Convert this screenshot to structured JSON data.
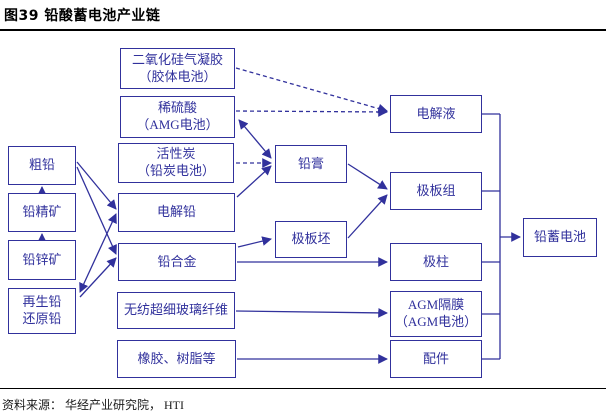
{
  "header": {
    "title": "图39 铅酸蓄电池产业链"
  },
  "footer": {
    "source": "资料来源： 华经产业研究院， HTI"
  },
  "colors": {
    "accent": "#31319C",
    "rule": "#000000"
  },
  "diagram": {
    "nodes": {
      "silica": {
        "label": "二氧化硅气凝胶",
        "sublabel": "（胶体电池）"
      },
      "sulfuric_acid": {
        "label": "稀硫酸",
        "sublabel": "（AMG电池）"
      },
      "activated_carbon": {
        "label": "活性炭",
        "sublabel": "（铅炭电池）"
      },
      "electrolytic_lead": {
        "label": "电解铅"
      },
      "lead_alloy": {
        "label": "铅合金"
      },
      "glass_fiber": {
        "label": "无纺超细玻璃纤维"
      },
      "rubber_resin": {
        "label": "橡胶、树脂等"
      },
      "crude_lead": {
        "label": "粗铅"
      },
      "lead_concentrate": {
        "label": "铅精矿"
      },
      "lead_zinc_ore": {
        "label": "铅锌矿"
      },
      "recycled_lead": {
        "label": "再生铅",
        "sublabel": "还原铅"
      },
      "lead_paste": {
        "label": "铅膏"
      },
      "plate_blank": {
        "label": "极板坯"
      },
      "electrolyte": {
        "label": "电解液"
      },
      "plate_group": {
        "label": "极板组"
      },
      "pole": {
        "label": "极柱"
      },
      "agm_separator": {
        "label": "AGM隔膜",
        "sublabel": "（AGM电池）"
      },
      "accessories": {
        "label": "配件"
      },
      "lead_battery": {
        "label": "铅蓄电池"
      }
    },
    "edges": [
      {
        "from": "lead_zinc_ore",
        "to": "lead_concentrate",
        "style": "solid",
        "arrows": "end"
      },
      {
        "from": "lead_concentrate",
        "to": "crude_lead",
        "style": "solid",
        "arrows": "end"
      },
      {
        "from": "crude_lead",
        "to": "electrolytic_lead",
        "style": "solid",
        "arrows": "end"
      },
      {
        "from": "crude_lead",
        "to": "lead_alloy",
        "style": "solid",
        "arrows": "end"
      },
      {
        "from": "recycled_lead",
        "to": "electrolytic_lead",
        "style": "solid",
        "arrows": "both"
      },
      {
        "from": "recycled_lead",
        "to": "lead_alloy",
        "style": "solid",
        "arrows": "end"
      },
      {
        "from": "silica",
        "to": "electrolyte",
        "style": "dashed",
        "arrows": "end"
      },
      {
        "from": "sulfuric_acid",
        "to": "electrolyte",
        "style": "dashed",
        "arrows": "end"
      },
      {
        "from": "sulfuric_acid",
        "to": "lead_paste",
        "style": "solid",
        "arrows": "both"
      },
      {
        "from": "activated_carbon",
        "to": "lead_paste",
        "style": "dashed",
        "arrows": "end"
      },
      {
        "from": "electrolytic_lead",
        "to": "lead_paste",
        "style": "solid",
        "arrows": "end"
      },
      {
        "from": "lead_alloy",
        "to": "plate_blank",
        "style": "solid",
        "arrows": "end"
      },
      {
        "from": "lead_alloy",
        "to": "pole",
        "style": "solid",
        "arrows": "end"
      },
      {
        "from": "lead_paste",
        "to": "plate_group",
        "style": "solid",
        "arrows": "end"
      },
      {
        "from": "plate_blank",
        "to": "plate_group",
        "style": "solid",
        "arrows": "end"
      },
      {
        "from": "glass_fiber",
        "to": "agm_separator",
        "style": "solid",
        "arrows": "end"
      },
      {
        "from": "rubber_resin",
        "to": "accessories",
        "style": "solid",
        "arrows": "end"
      },
      {
        "from": "electrolyte",
        "to": "lead_battery",
        "style": "solid",
        "arrows": "end"
      },
      {
        "from": "plate_group",
        "to": "lead_battery",
        "style": "solid",
        "arrows": "end"
      },
      {
        "from": "pole",
        "to": "lead_battery",
        "style": "solid",
        "arrows": "end"
      },
      {
        "from": "agm_separator",
        "to": "lead_battery",
        "style": "solid",
        "arrows": "end"
      },
      {
        "from": "accessories",
        "to": "lead_battery",
        "style": "solid",
        "arrows": "end"
      }
    ]
  }
}
